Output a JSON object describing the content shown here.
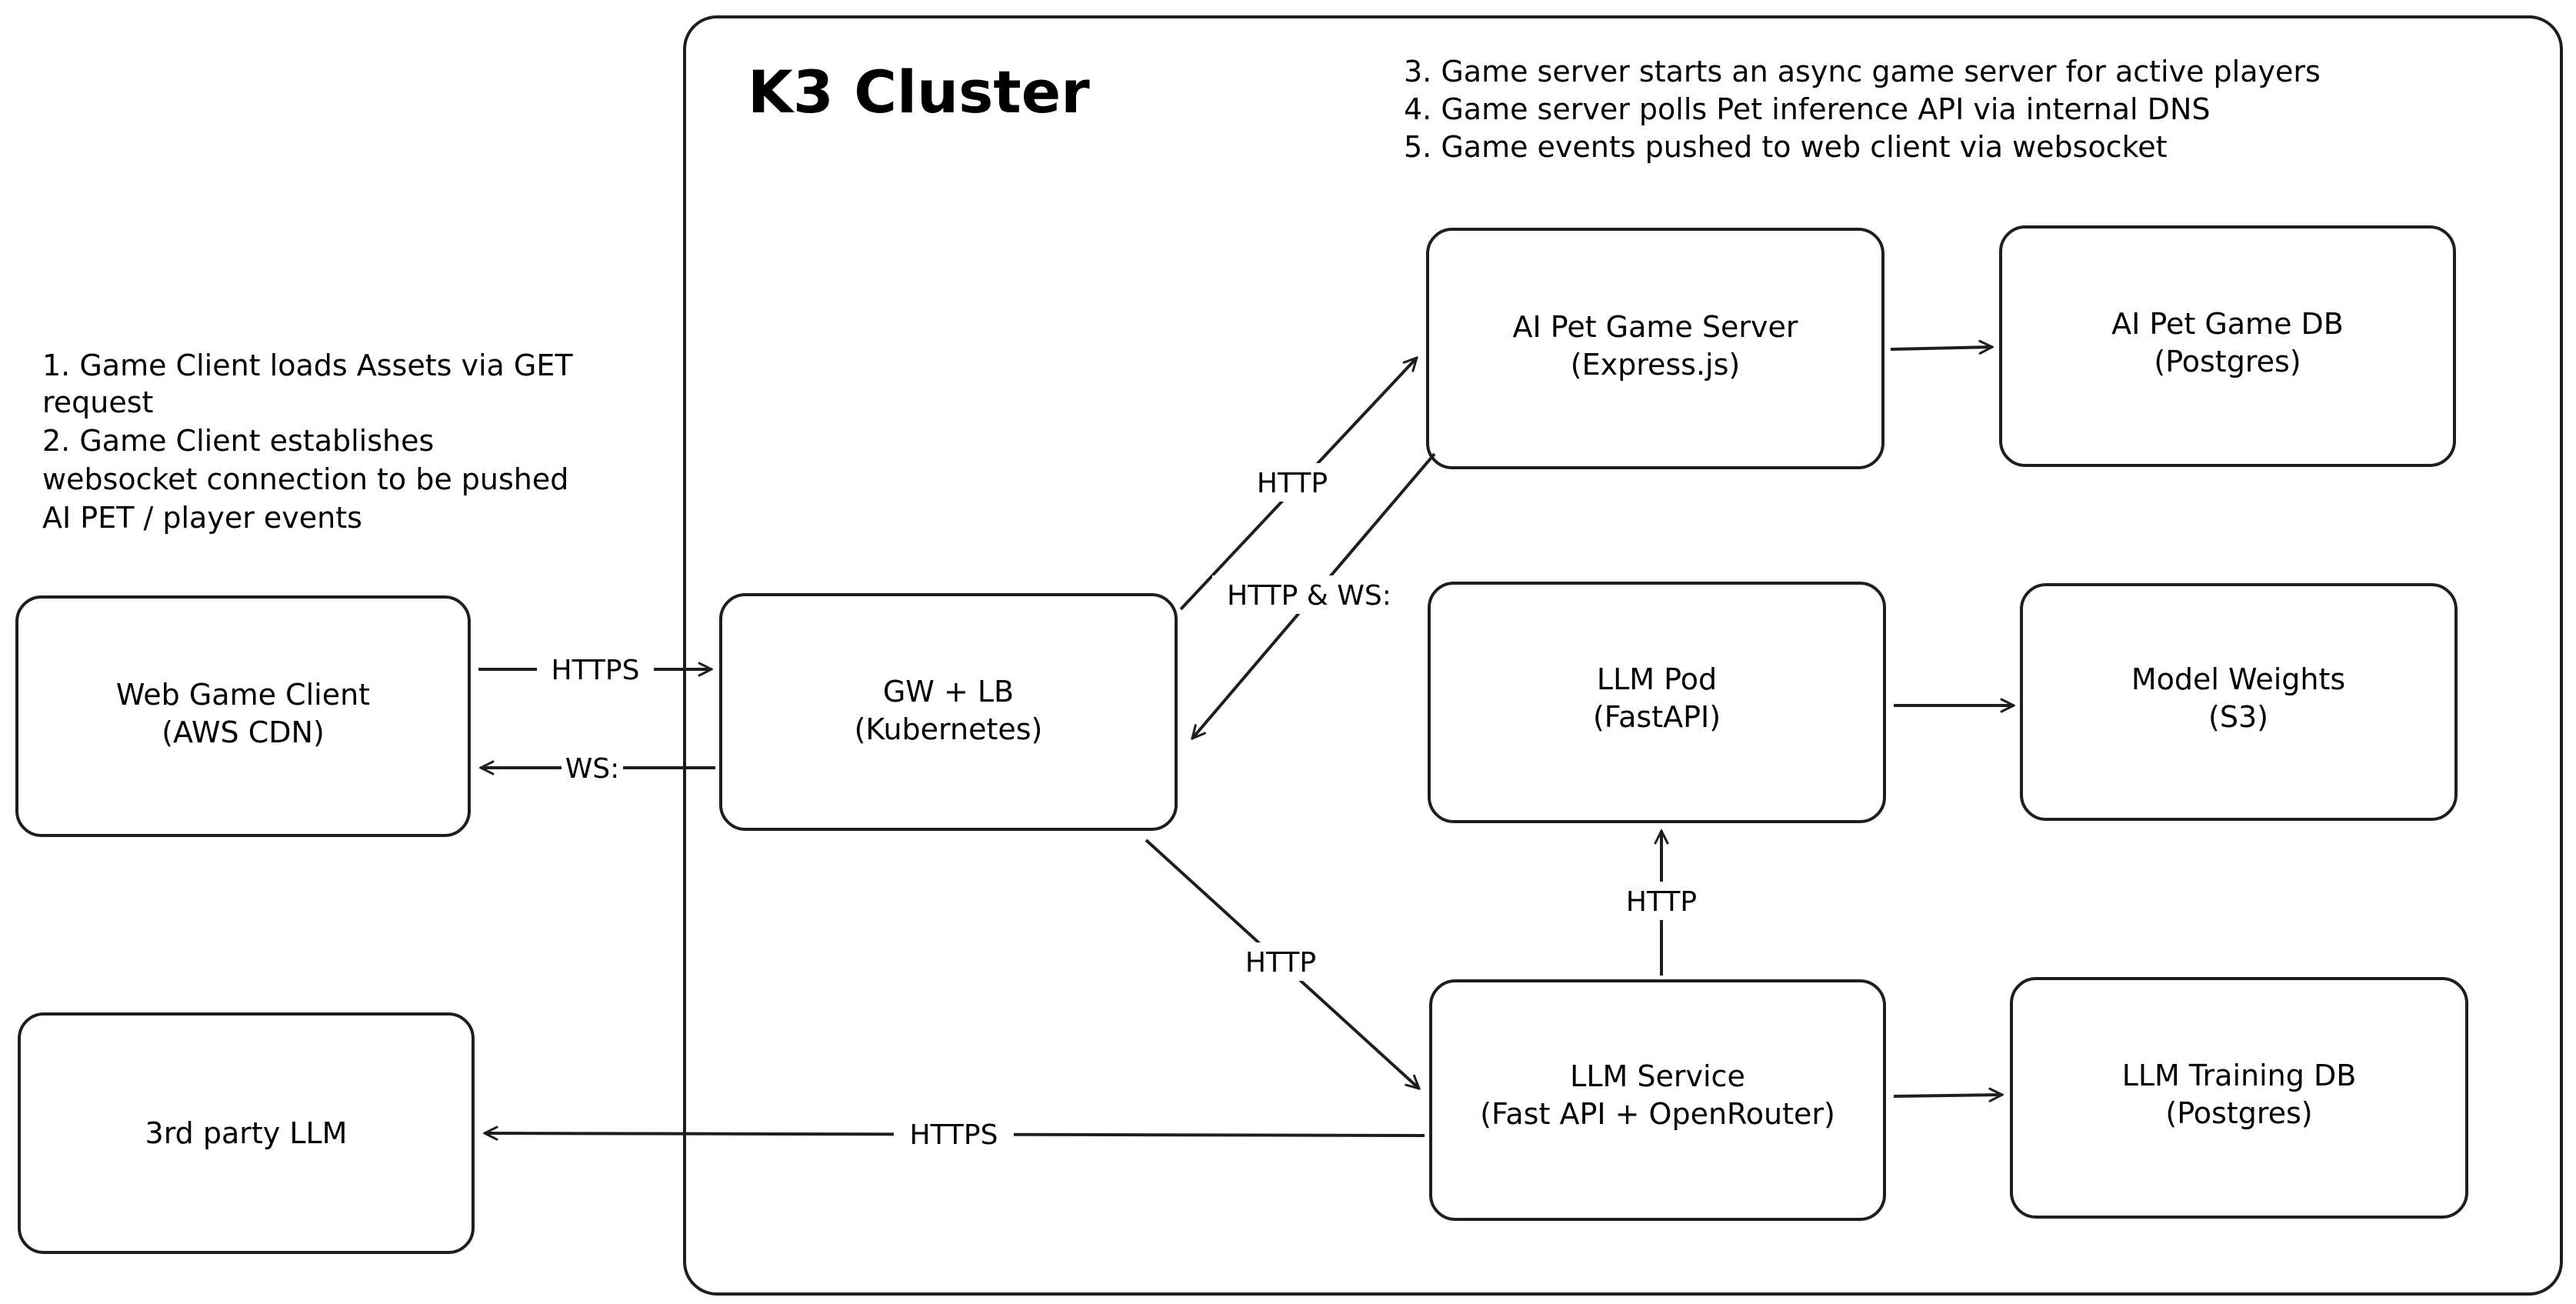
{
  "cluster": {
    "title": "K3 Cluster"
  },
  "notes": {
    "client_steps": [
      "1. Game Client loads Assets via GET",
      "request",
      "2. Game Client establishes",
      "websocket connection to be pushed",
      "AI PET / player events"
    ],
    "server_steps": [
      "3. Game server starts an async game server for active players",
      "4. Game server polls Pet inference API via internal DNS",
      "5. Game events pushed to web client via websocket"
    ]
  },
  "nodes": {
    "web_client": {
      "line1": "Web Game Client",
      "line2": "(AWS CDN)"
    },
    "third_party_llm": {
      "line1": "3rd party LLM",
      "line2": ""
    },
    "gateway": {
      "line1": "GW + LB",
      "line2": "(Kubernetes)"
    },
    "game_server": {
      "line1": "AI Pet Game Server",
      "line2": "(Express.js)"
    },
    "game_db": {
      "line1": "AI Pet Game DB",
      "line2": "(Postgres)"
    },
    "llm_pod": {
      "line1": "LLM Pod",
      "line2": "(FastAPI)"
    },
    "model_weights": {
      "line1": "Model Weights",
      "line2": "(S3)"
    },
    "llm_service": {
      "line1": "LLM Service",
      "line2": "(Fast API + OpenRouter)"
    },
    "training_db": {
      "line1": "LLM Training DB",
      "line2": "(Postgres)"
    }
  },
  "edges": {
    "client_to_gw": "HTTPS",
    "gw_to_client": "WS:",
    "gw_to_game": "HTTP",
    "game_to_gw": "HTTP & WS:",
    "gw_to_llm_service": "HTTP",
    "llm_service_to_pod": "HTTP",
    "llm_service_to_third_party": "HTTPS"
  }
}
